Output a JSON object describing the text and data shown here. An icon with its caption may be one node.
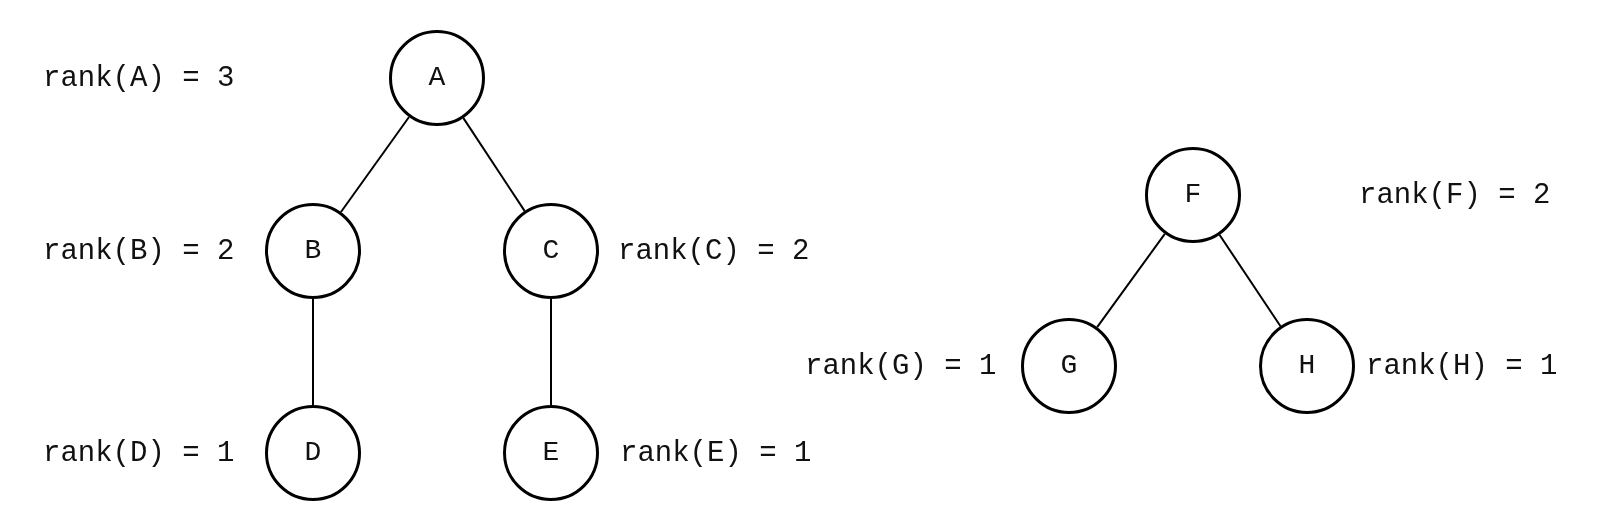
{
  "diagram": {
    "nodes": [
      {
        "text": [
          "A"
        ]
      },
      {
        "text": [
          "B"
        ],
        "beside": [
          "rank(B) = 2"
        ]
      },
      {
        "text": [
          "C"
        ],
        "beside": [
          "rank(C) = 2"
        ]
      },
      {
        "text": [
          "D"
        ],
        "beside": [
          "rank(D) = 1"
        ]
      },
      {
        "text": [
          "E"
        ],
        "beside": [
          "rank(E) = 1"
        ]
      },
      {
        "text": [
          "F"
        ]
      },
      {
        "text": [
          "G"
        ],
        "beside": [
          "rank(G) = 1"
        ]
      },
      {
        "text": [
          "H"
        ],
        "beside": [
          "rank(H) = 1"
        ]
      }
    ],
    "edges": [
      {
        "from": 0,
        "to": 1,
        "arrow": "none"
      },
      {
        "from": 0,
        "to": 2,
        "arrow": "none"
      },
      {
        "from": 1,
        "to": 3,
        "arrow": "none"
      },
      {
        "from": 2,
        "to": 4,
        "arrow": "none"
      },
      {
        "from": 5,
        "to": 6,
        "arrow": "none"
      },
      {
        "from": 5,
        "to": 7,
        "arrow": "none"
      }
    ],
    "labels": [
      "rank(A) = 3",
      "rank(F) = 2"
    ]
  }
}
